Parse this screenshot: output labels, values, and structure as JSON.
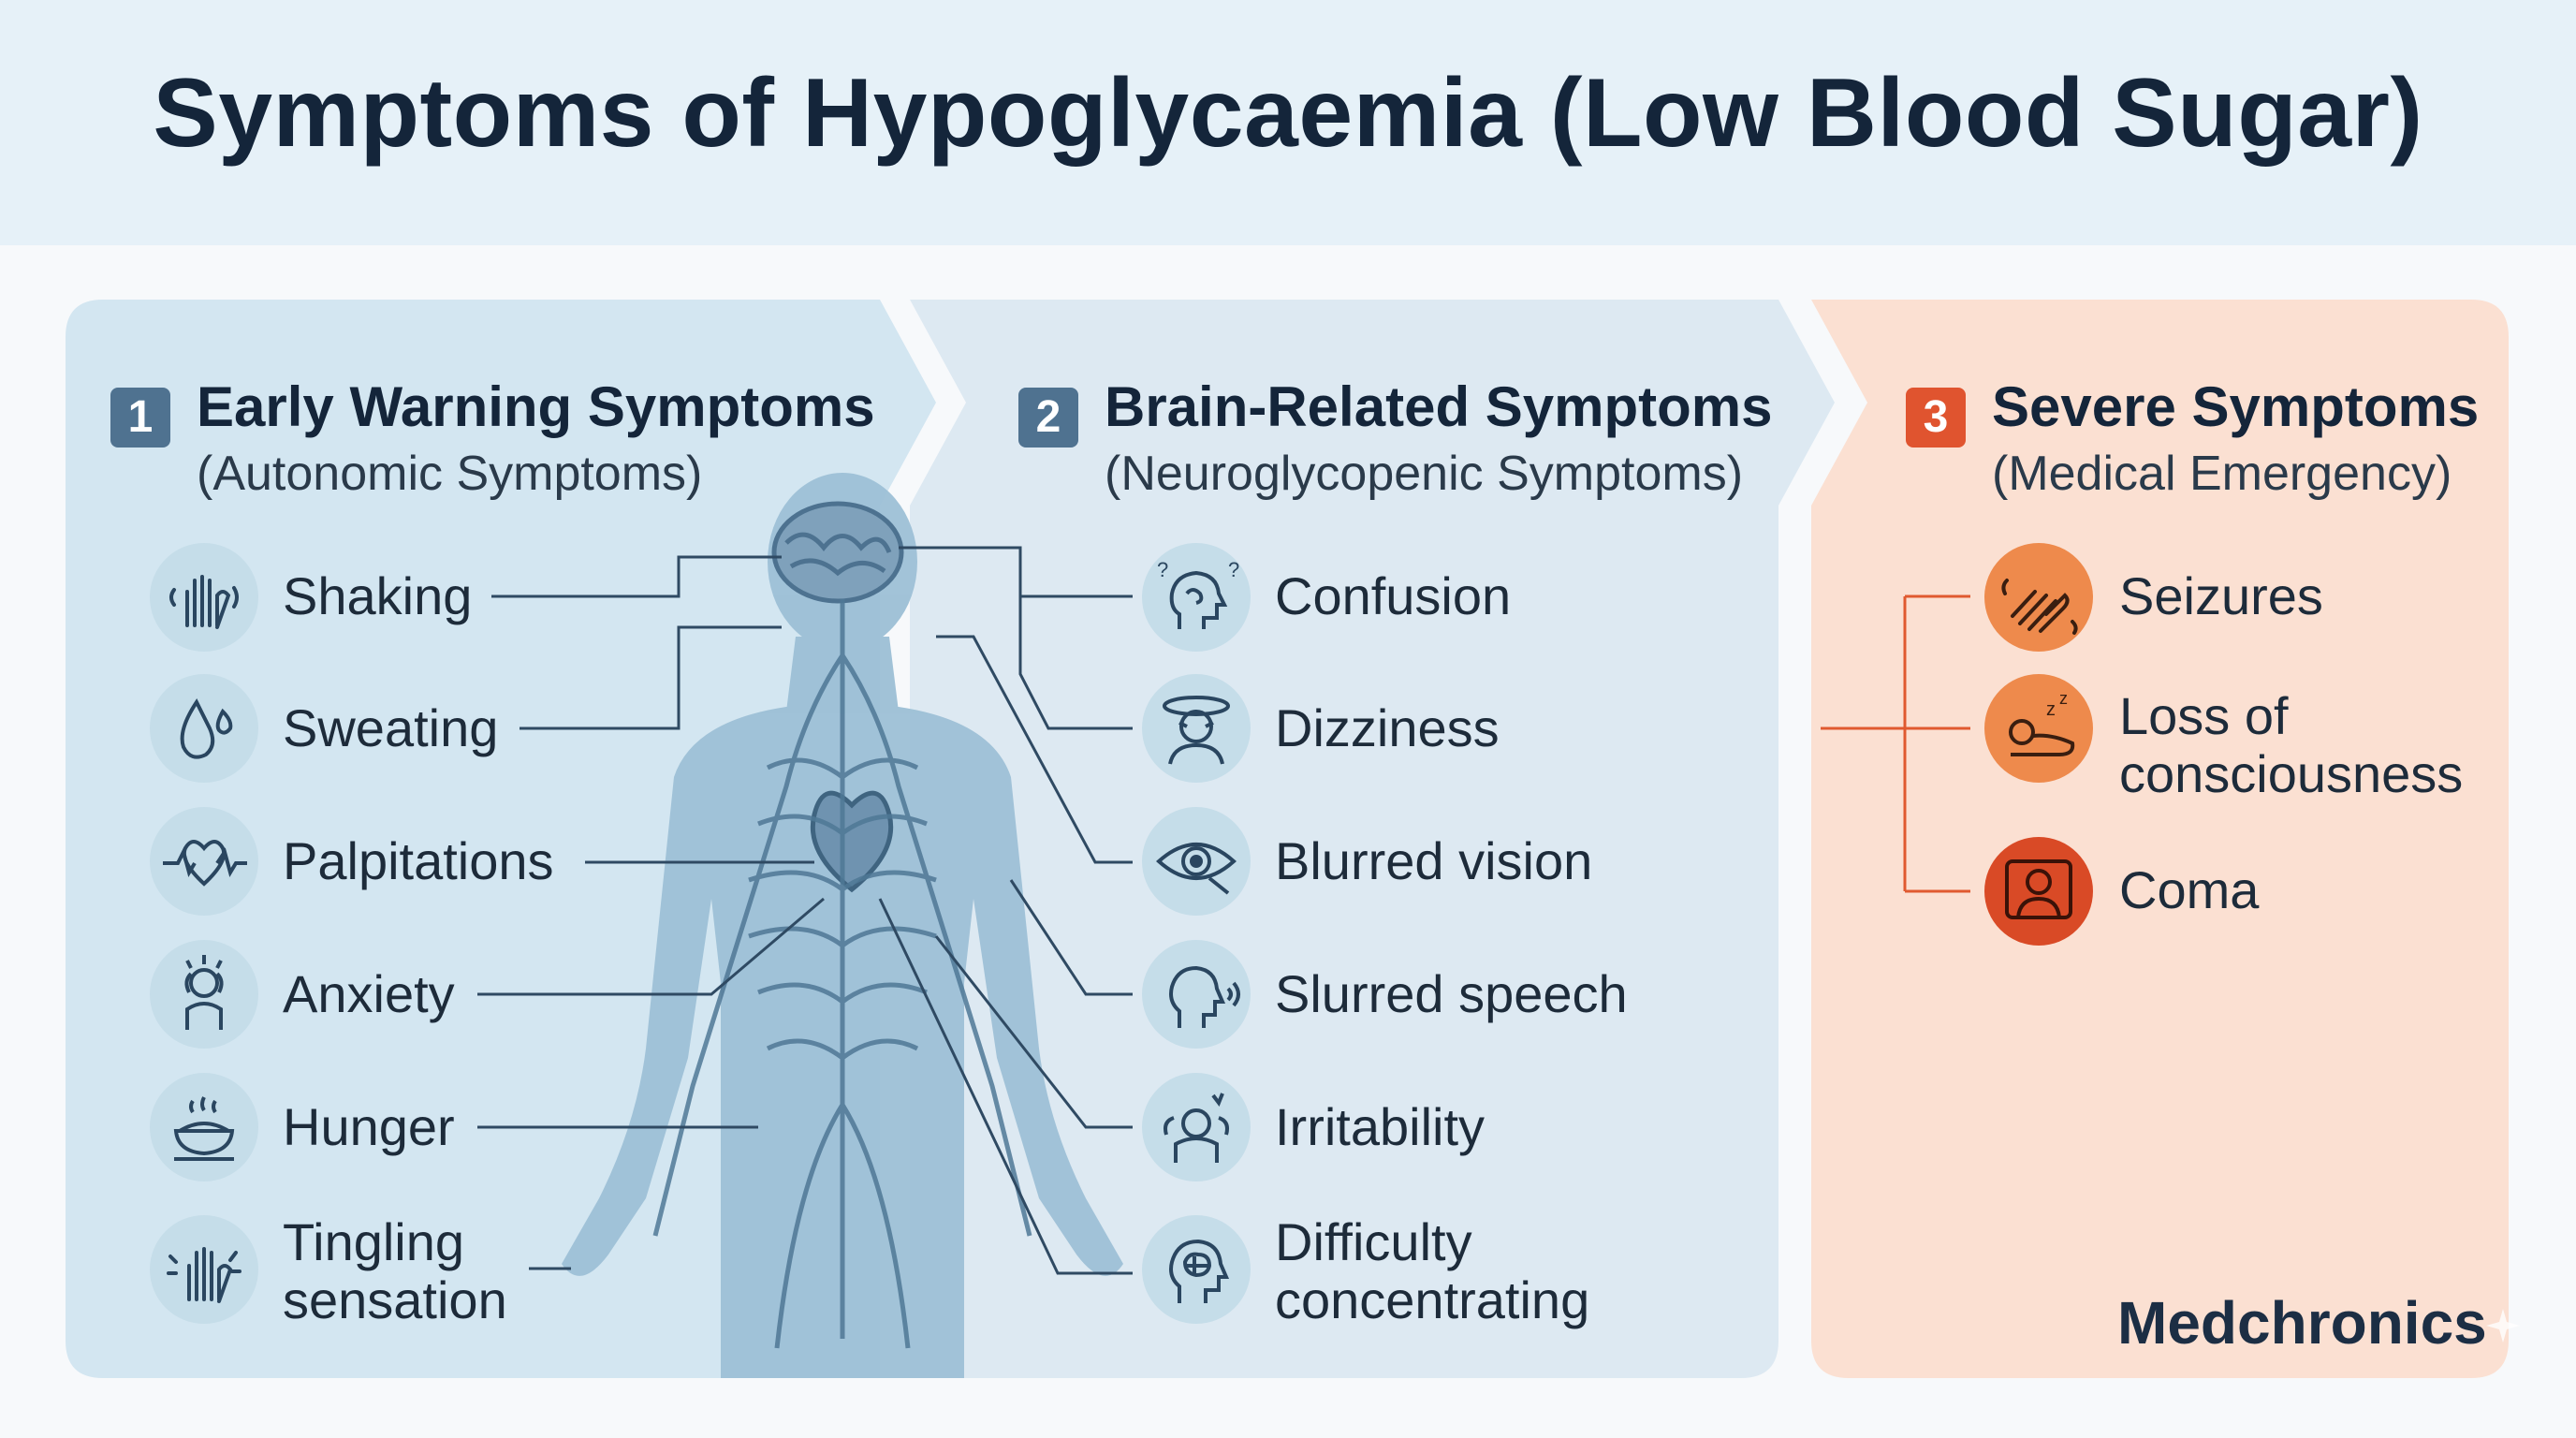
{
  "title": "Symptoms of Hypoglycaemia (Low Blood Sugar)",
  "sections": [
    {
      "number": "1",
      "heading": "Early Warning Symptoms",
      "subheading": "(Autonomic Symptoms)",
      "items": [
        {
          "label": "Shaking",
          "icon": "shaking-hands-icon"
        },
        {
          "label": "Sweating",
          "icon": "sweat-drops-icon"
        },
        {
          "label": "Palpitations",
          "icon": "heart-pulse-icon"
        },
        {
          "label": "Anxiety",
          "icon": "anxious-person-icon"
        },
        {
          "label": "Hunger",
          "icon": "food-bowl-icon"
        },
        {
          "label": "Tingling sensation",
          "icon": "tingling-hand-icon"
        }
      ]
    },
    {
      "number": "2",
      "heading": "Brain-Related Symptoms",
      "subheading": "(Neuroglycopenic Symptoms)",
      "items": [
        {
          "label": "Confusion",
          "icon": "confused-head-icon"
        },
        {
          "label": "Dizziness",
          "icon": "dizzy-head-icon"
        },
        {
          "label": "Blurred vision",
          "icon": "eye-icon"
        },
        {
          "label": "Slurred speech",
          "icon": "speaking-head-icon"
        },
        {
          "label": "Irritability",
          "icon": "irritated-person-icon"
        },
        {
          "label": "Difficulty concentrating",
          "icon": "brain-head-icon"
        }
      ]
    },
    {
      "number": "3",
      "heading": "Severe Symptoms",
      "subheading": "(Medical Emergency)",
      "items": [
        {
          "label": "Seizures",
          "icon": "seizure-hand-icon"
        },
        {
          "label": "Loss of consciousness",
          "icon": "sleeping-person-icon"
        },
        {
          "label": "Coma",
          "icon": "coma-person-icon"
        }
      ]
    }
  ],
  "brand": "Medchronics",
  "colors": {
    "section1_badge": "#4f7290",
    "section2_badge": "#4f7290",
    "section3_badge": "#e0542f",
    "section3_background": "#fbe0d2",
    "body_figure": "#8eb4cc"
  }
}
